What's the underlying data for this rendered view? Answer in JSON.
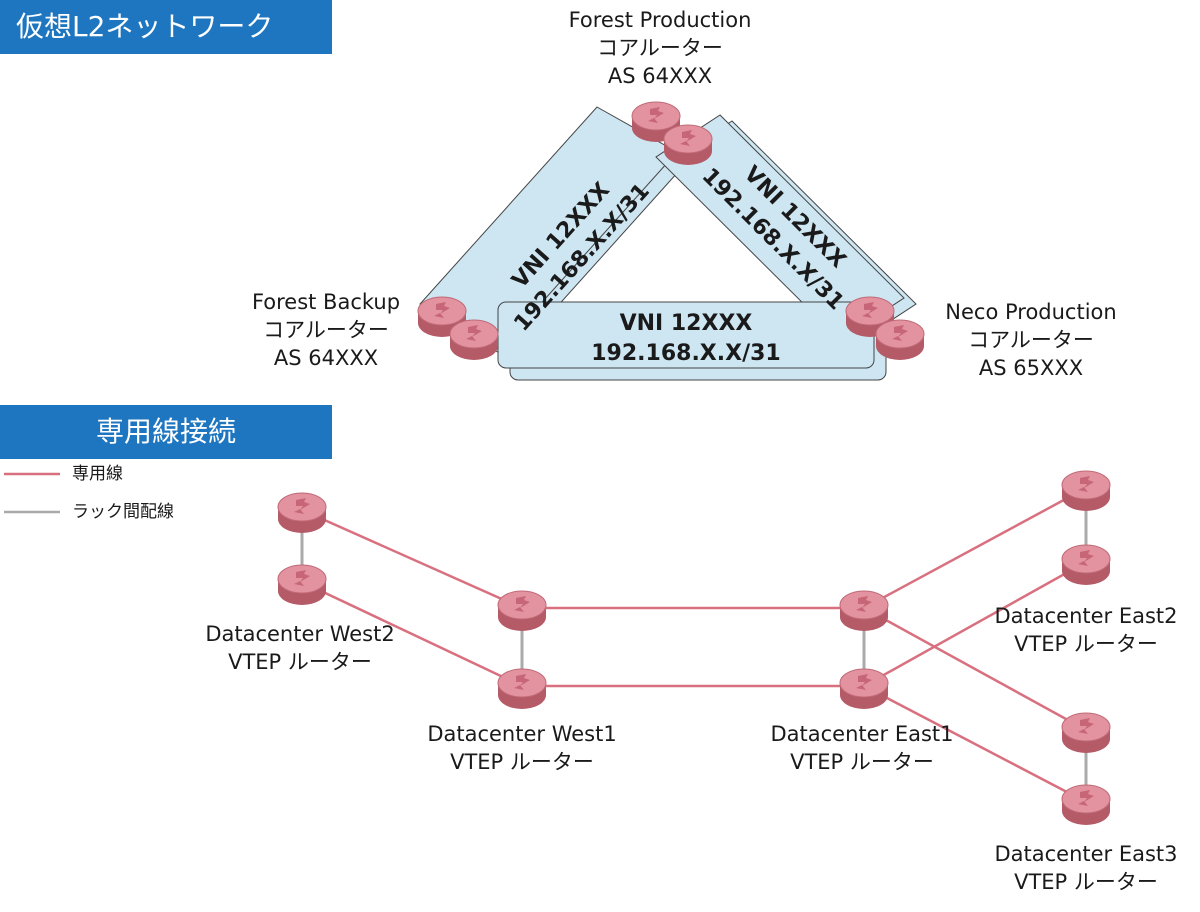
{
  "sections": {
    "virtual_l2": "仮想L2ネットワーク",
    "dedicated": "専用線接続"
  },
  "legend": {
    "dedicated_line": "専用線",
    "inter_rack": "ラック間配線"
  },
  "colors": {
    "banner": "#1e76c0",
    "dedicated_line": "#d9707f",
    "inter_rack_line": "#aaaaaa",
    "tunnel_fill": "#cde6f2",
    "router_fill": "#e08c9a"
  },
  "core": {
    "forest_production": {
      "name": "Forest Production",
      "role": "コアルーター",
      "as": "AS 64XXX"
    },
    "forest_backup": {
      "name": "Forest Backup",
      "role": "コアルーター",
      "as": "AS 64XXX"
    },
    "neco_production": {
      "name": "Neco Production",
      "role": "コアルーター",
      "as": "AS 65XXX"
    }
  },
  "links": {
    "left": {
      "vni": "VNI 12XXX",
      "subnet": "192.168.X.X/31"
    },
    "right": {
      "vni": "VNI 12XXX",
      "subnet": "192.168.X.X/31"
    },
    "bottom": {
      "vni": "VNI 12XXX",
      "subnet": "192.168.X.X/31"
    }
  },
  "datacenters": {
    "west2": {
      "name": "Datacenter West2",
      "role": "VTEP ルーター"
    },
    "west1": {
      "name": "Datacenter West1",
      "role": "VTEP ルーター"
    },
    "east1": {
      "name": "Datacenter East1",
      "role": "VTEP ルーター"
    },
    "east2": {
      "name": "Datacenter East2",
      "role": "VTEP ルーター"
    },
    "east3": {
      "name": "Datacenter East3",
      "role": "VTEP ルーター"
    }
  }
}
